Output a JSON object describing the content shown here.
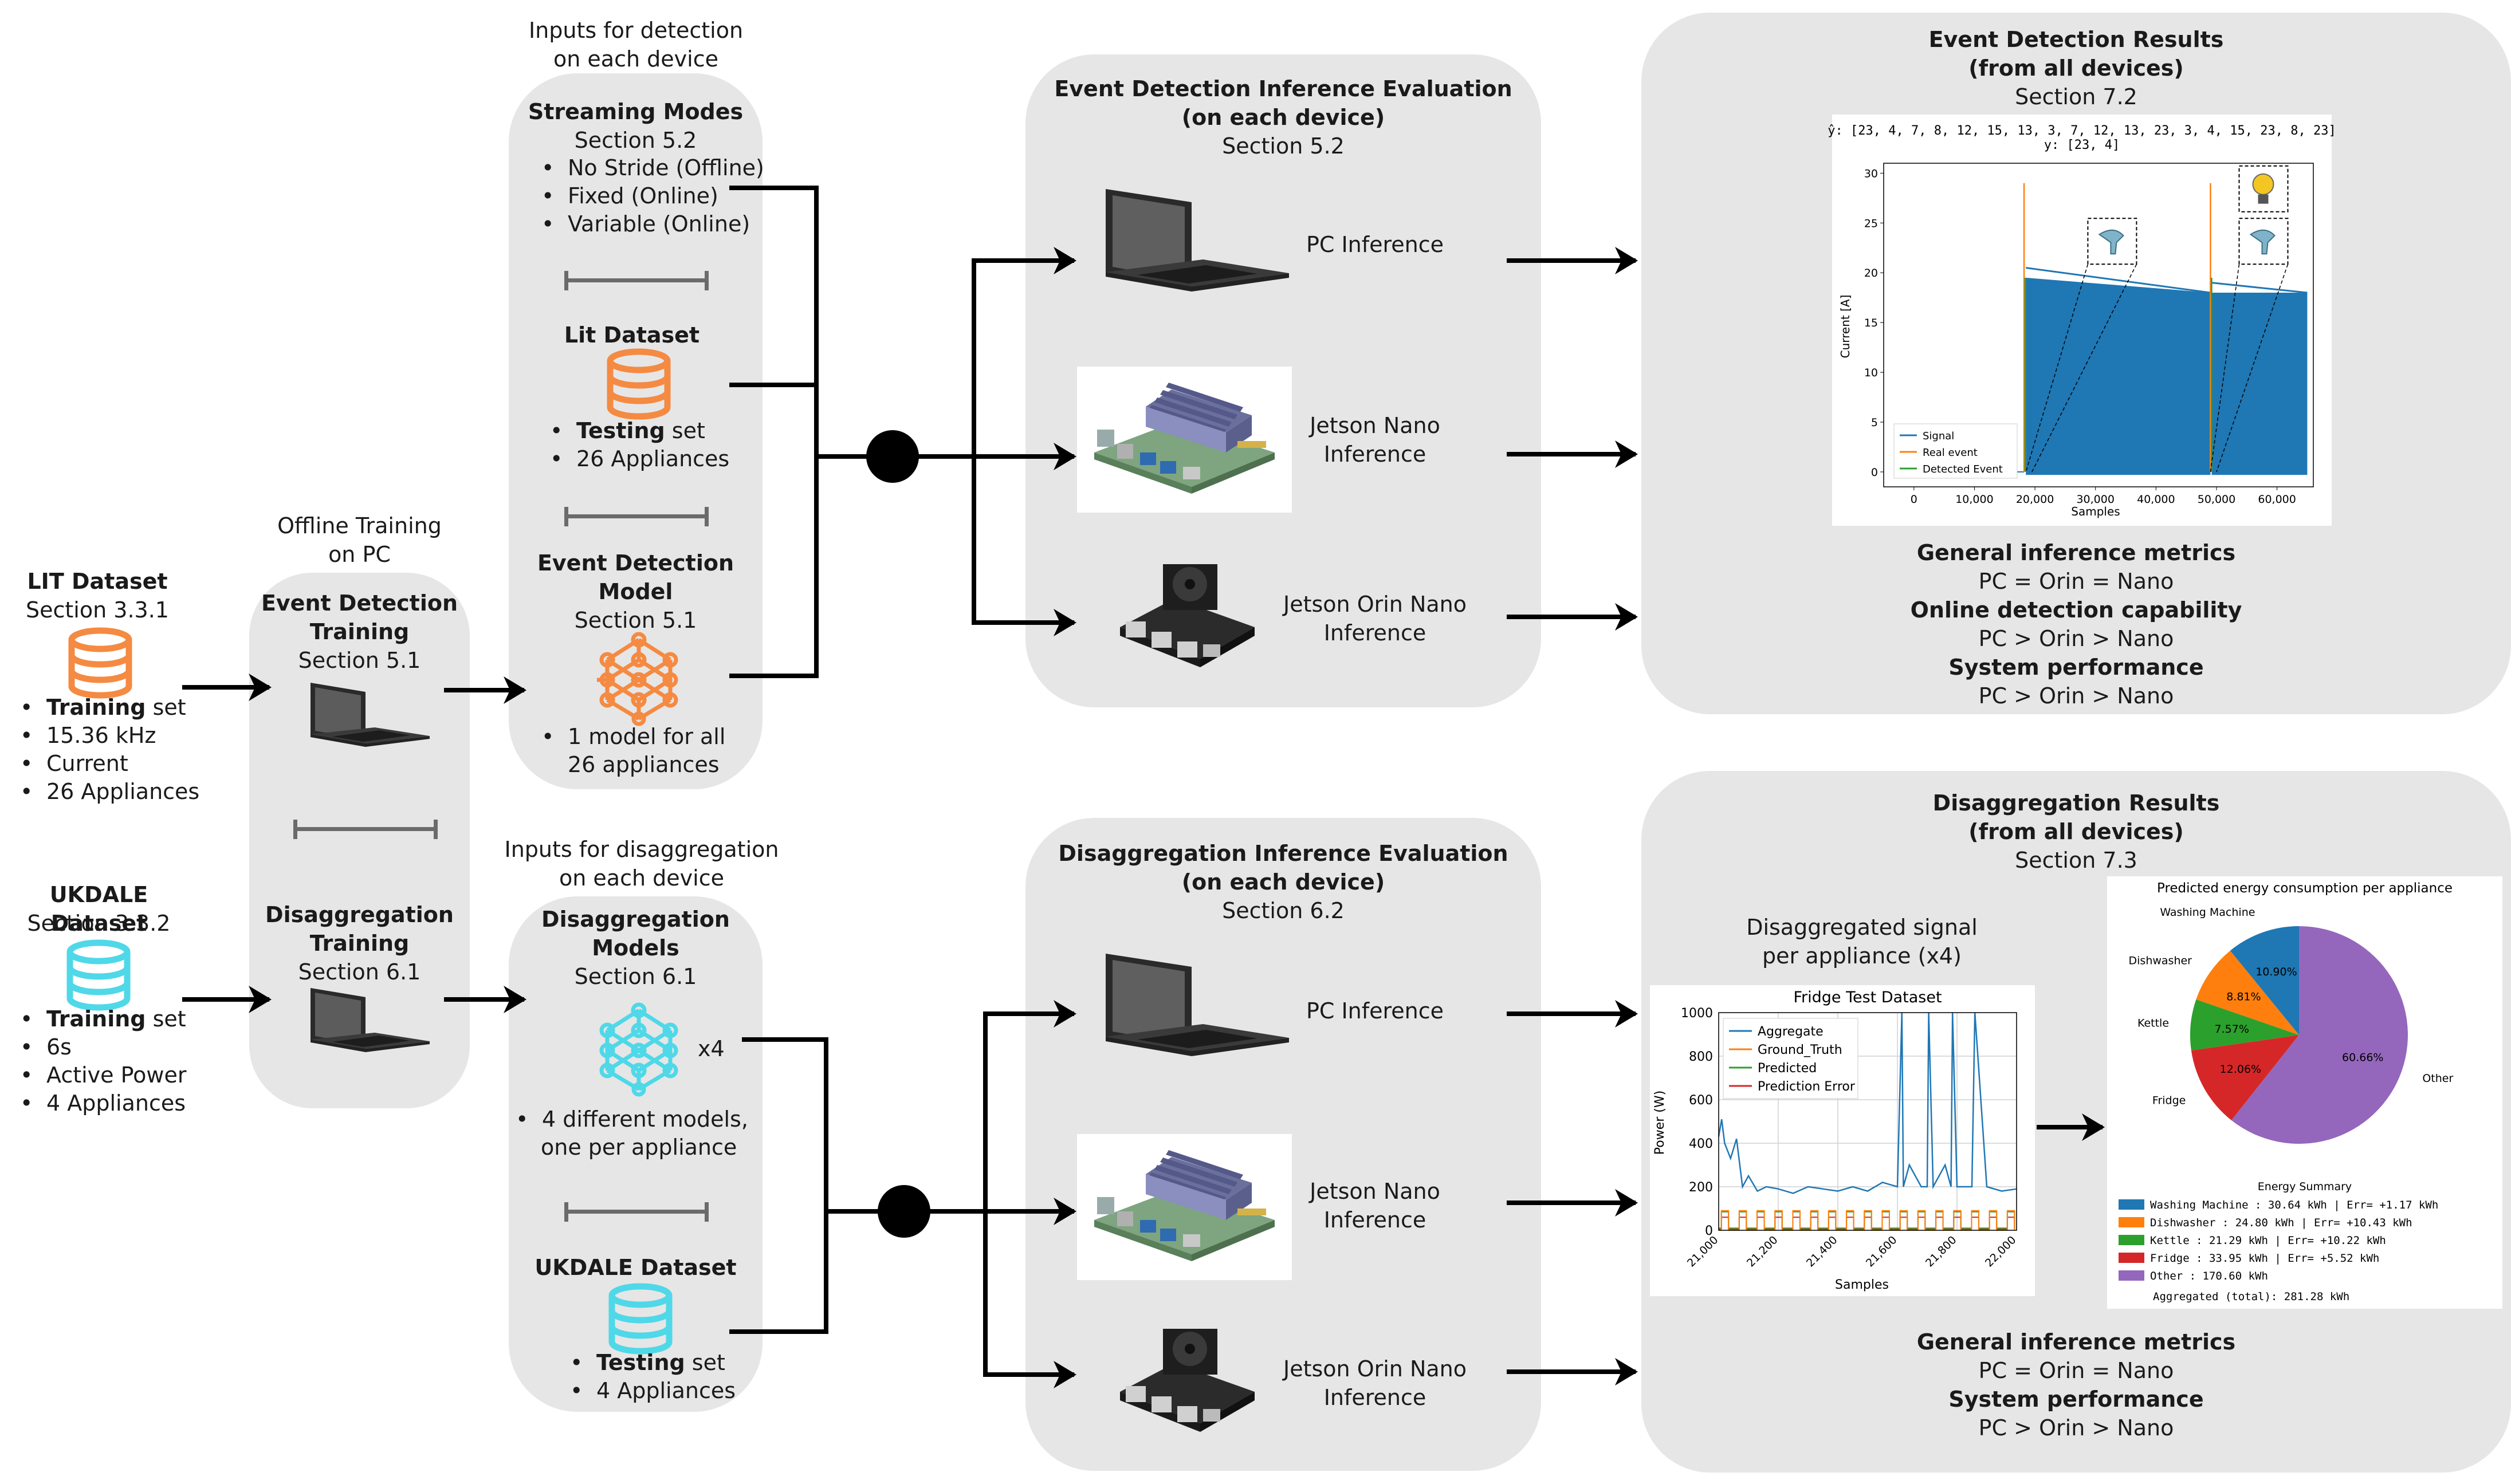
{
  "lit": {
    "title": "LIT Dataset",
    "section": "Section 3.3.1",
    "items": [
      {
        "bold": "Training",
        "text": " set"
      },
      {
        "bold": "",
        "text": "15.36 kHz"
      },
      {
        "bold": "",
        "text": "Current"
      },
      {
        "bold": "",
        "text": "26 Appliances"
      }
    ],
    "icon_color": "#f58a42"
  },
  "ukdale": {
    "title": "UKDALE Dataset",
    "section": "Section 3.3.2",
    "items": [
      {
        "bold": "Training",
        "text": " set"
      },
      {
        "bold": "",
        "text": "6s"
      },
      {
        "bold": "",
        "text": "Active Power"
      },
      {
        "bold": "",
        "text": "4 Appliances"
      }
    ],
    "icon_color": "#4fd8e8"
  },
  "offline": {
    "caption1": "Offline Training",
    "caption2": "on PC",
    "event_title1": "Event Detection",
    "event_title2": "Training",
    "event_section": "Section 5.1",
    "dis_title1": "Disaggregation",
    "dis_title2": "Training",
    "dis_section": "Section 6.1"
  },
  "inputs_detection": {
    "caption1": "Inputs for detection",
    "caption2": "on each device",
    "streaming_title": "Streaming Modes",
    "streaming_section": "Section 5.2",
    "streaming_items": [
      "No Stride (Offline)",
      "Fixed (Online)",
      "Variable (Online)"
    ],
    "lit_title": "Lit Dataset",
    "lit_items": [
      {
        "bold": "Testing",
        "text": " set"
      },
      {
        "bold": "",
        "text": "26 Appliances"
      }
    ],
    "model_title1": "Event Detection",
    "model_title2": "Model",
    "model_section": "Section 5.1",
    "model_items": [
      "1 model for all",
      "26 appliances"
    ]
  },
  "inputs_disagg": {
    "caption1": "Inputs for disaggregation",
    "caption2": "on each device",
    "title1": "Disaggregation",
    "title2": "Models",
    "section": "Section 6.1",
    "multiplier": "x4",
    "model_items": [
      "4 different models,",
      "one per appliance"
    ],
    "dataset_title": "UKDALE Dataset",
    "dataset_items": [
      {
        "bold": "Testing",
        "text": " set"
      },
      {
        "bold": "",
        "text": "4 Appliances"
      }
    ]
  },
  "event_eval": {
    "title1": "Event Detection Inference Evaluation",
    "title2": "(on each device)",
    "section": "Section 5.2",
    "devices": [
      [
        "PC Inference"
      ],
      [
        "Jetson Nano",
        "Inference"
      ],
      [
        "Jetson Orin Nano",
        "Inference"
      ]
    ]
  },
  "disagg_eval": {
    "title1": "Disaggregation Inference Evaluation",
    "title2": "(on each device)",
    "section": "Section 6.2",
    "devices": [
      [
        "PC Inference"
      ],
      [
        "Jetson Nano",
        "Inference"
      ],
      [
        "Jetson Orin Nano",
        "Inference"
      ]
    ]
  },
  "event_results": {
    "title1": "Event Detection Results",
    "title2": "(from all devices)",
    "section": "Section 7.2",
    "metrics": [
      {
        "label": "General inference metrics",
        "value": "PC = Orin = Nano"
      },
      {
        "label": "Online detection capability",
        "value": "PC > Orin > Nano"
      },
      {
        "label": "System performance",
        "value": "PC > Orin > Nano"
      }
    ]
  },
  "disagg_results": {
    "title1": "Disaggregation Results",
    "title2": "(from all devices)",
    "section": "Section 7.3",
    "signal_caption1": "Disaggregated signal",
    "signal_caption2": "per appliance (x4)",
    "metrics": [
      {
        "label": "General inference metrics",
        "value": "PC = Orin = Nano"
      },
      {
        "label": "System performance",
        "value": "PC > Orin > Nano"
      }
    ]
  },
  "chart_data": [
    {
      "type": "line",
      "title_line1": "ŷ: [23, 4, 7, 8, 12, 15, 13, 3, 7, 12, 13, 23, 3, 4, 15, 23, 8, 23]",
      "title_line2": "y: [23, 4]",
      "xlabel": "Samples",
      "ylabel": "Current [A]",
      "xlim": [
        -5000,
        66000
      ],
      "ylim": [
        -1.5,
        31
      ],
      "xticks": [
        0,
        10000,
        20000,
        30000,
        40000,
        50000,
        60000
      ],
      "xtick_labels": [
        "0",
        "10,000",
        "20,000",
        "30,000",
        "40,000",
        "50,000",
        "60,000"
      ],
      "yticks": [
        0,
        5,
        10,
        15,
        20,
        25,
        30
      ],
      "series": [
        {
          "name": "Signal",
          "color": "#1f77b4",
          "segments": [
            {
              "x_start": 18500,
              "x_end": 49000,
              "peak_start": 19.5,
              "peak_end": 18.0
            },
            {
              "x_start": 49200,
              "x_end": 65000,
              "peak_start": 18.0,
              "peak_end": 18.0
            }
          ]
        },
        {
          "name": "Real event",
          "color": "#ff7f0e",
          "x": [
            18200,
            49000
          ],
          "y_top": 29
        }
      ],
      "detected_event": {
        "name": "Detected Event",
        "color": "#2ca02c"
      },
      "legend": "bottom-left"
    },
    {
      "type": "line",
      "title": "Fridge Test Dataset",
      "xlabel": "Samples",
      "ylabel": "Power (W)",
      "xlim": [
        21000,
        22000
      ],
      "ylim": [
        0,
        1000
      ],
      "xticks": [
        21000,
        21200,
        21400,
        21600,
        21800,
        22000
      ],
      "xtick_labels": [
        "21,000",
        "21,200",
        "21,400",
        "21,600",
        "21,800",
        "22,000"
      ],
      "yticks": [
        0,
        200,
        400,
        600,
        800,
        1000
      ],
      "series": [
        {
          "name": "Aggregate",
          "color": "#1f77b4",
          "x": [
            21000,
            21010,
            21020,
            21040,
            21060,
            21080,
            21100,
            21130,
            21160,
            21200,
            21250,
            21300,
            21350,
            21400,
            21450,
            21500,
            21550,
            21600,
            21615,
            21620,
            21640,
            21680,
            21700,
            21705,
            21720,
            21760,
            21780,
            21785,
            21800,
            21850,
            21860,
            21900,
            21950,
            22000
          ],
          "y": [
            430,
            510,
            400,
            330,
            420,
            200,
            250,
            180,
            200,
            190,
            170,
            200,
            190,
            180,
            200,
            180,
            220,
            200,
            1000,
            200,
            300,
            200,
            200,
            1000,
            200,
            300,
            200,
            1000,
            200,
            200,
            1000,
            200,
            180,
            190
          ]
        },
        {
          "name": "Ground_Truth",
          "color": "#ff7f0e",
          "period": 60,
          "low": 0,
          "high": 90
        },
        {
          "name": "Predicted",
          "color": "#2ca02c",
          "period": 60,
          "low": 10,
          "high": 85
        },
        {
          "name": "Prediction Error",
          "color": "#d62728",
          "period": 60,
          "low": 5,
          "high": 60
        }
      ],
      "legend": "top-left",
      "grid": true
    },
    {
      "type": "pie",
      "title": "Predicted energy consumption per appliance",
      "labels": [
        "Washing Machine",
        "Dishwasher",
        "Kettle",
        "Fridge",
        "Other"
      ],
      "values": [
        10.9,
        8.81,
        7.57,
        12.06,
        60.66
      ],
      "percent_labels": [
        "10.90%",
        "8.81%",
        "7.57%",
        "12.06%",
        "60.66%"
      ],
      "colors": [
        "#1f77b4",
        "#ff7f0e",
        "#2ca02c",
        "#d62728",
        "#9467bd"
      ],
      "summary_title": "Energy Summary",
      "summary_rows": [
        "Washing Machine :   30.64 kWh | Err=  +1.17 kWh",
        "Dishwasher      :   24.80 kWh | Err= +10.43 kWh",
        "Kettle          :   21.29 kWh | Err= +10.22 kWh",
        "Fridge          :   33.95 kWh | Err=  +5.52 kWh",
        "Other           :  170.60 kWh"
      ],
      "summary_total": "Aggregated (total): 281.28 kWh"
    }
  ]
}
